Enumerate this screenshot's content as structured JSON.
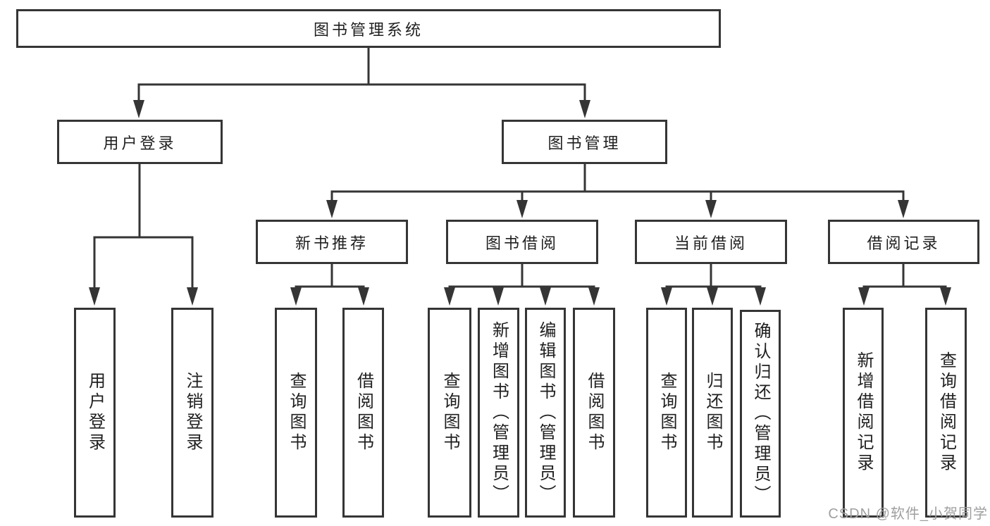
{
  "colors": {
    "line": "#353535",
    "text": "#1f1f1f",
    "background": "#ffffff",
    "watermark": "#9f9f9f"
  },
  "watermark": "CSDN @软件_小贺同学",
  "tree": {
    "root": {
      "label": "图书管理系统"
    },
    "branches": [
      {
        "label": "用户登录",
        "children": [
          {
            "label": "用户登录"
          },
          {
            "label": "注销登录"
          }
        ]
      },
      {
        "label": "图书管理",
        "children": [
          {
            "label": "新书推荐",
            "children": [
              {
                "label": "查询图书"
              },
              {
                "label": "借阅图书"
              }
            ]
          },
          {
            "label": "图书借阅",
            "children": [
              {
                "label": "查询图书"
              },
              {
                "label": "新增图书（管理员）"
              },
              {
                "label": "编辑图书（管理员）"
              },
              {
                "label": "借阅图书"
              }
            ]
          },
          {
            "label": "当前借阅",
            "children": [
              {
                "label": "查询图书"
              },
              {
                "label": "归还图书"
              },
              {
                "label": "确认归还（管理员）"
              }
            ]
          },
          {
            "label": "借阅记录",
            "children": [
              {
                "label": "新增借阅记录"
              },
              {
                "label": "查询借阅记录"
              }
            ]
          }
        ]
      }
    ]
  }
}
